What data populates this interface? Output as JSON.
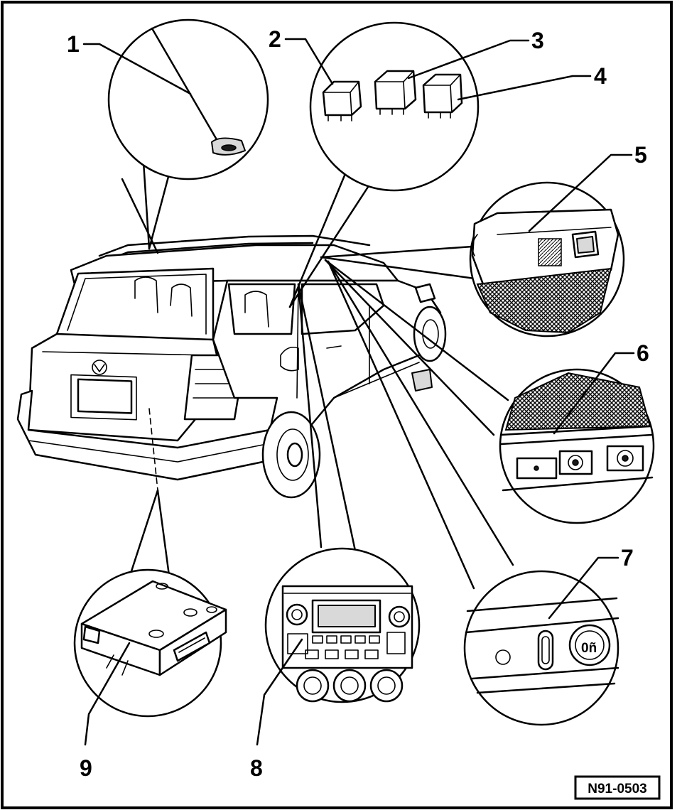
{
  "callouts": {
    "c1": "1",
    "c2": "2",
    "c3": "3",
    "c4": "4",
    "c5": "5",
    "c6": "6",
    "c7": "7",
    "c8": "8",
    "c9": "9"
  },
  "reference_code": "N91-0503",
  "colors": {
    "line": "#000000",
    "background": "#ffffff",
    "shade": "#d9d9d9",
    "dark": "#1a1a1a"
  }
}
